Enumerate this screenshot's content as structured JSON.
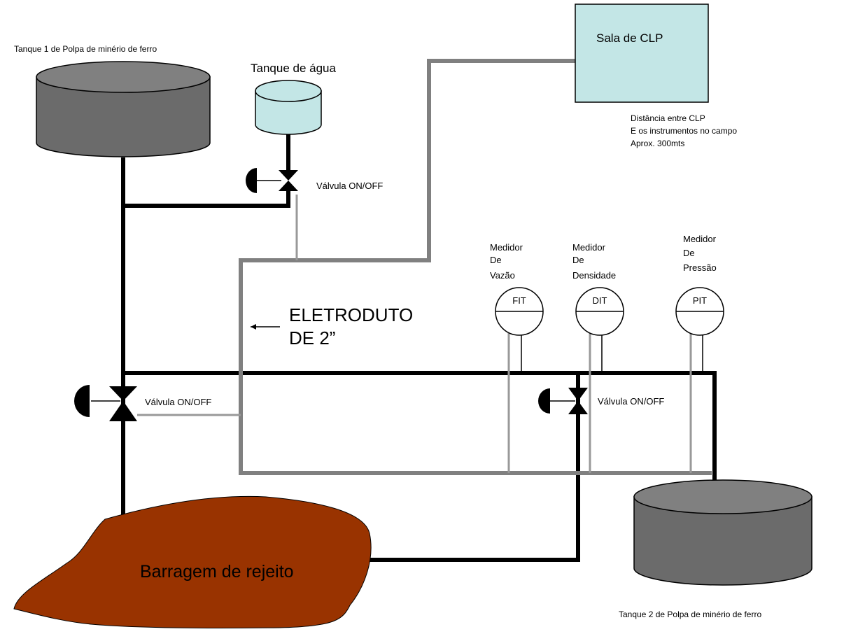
{
  "tanks": {
    "tank1_label": "Tanque 1 de Polpa de minério de ferro",
    "tank2_label": "Tanque 2 de Polpa de minério de ferro",
    "water_tank_label": "Tanque de água"
  },
  "plc_room": {
    "label": "Sala de CLP",
    "distance_note_line1": "Distância entre CLP",
    "distance_note_line2": "E os instrumentos no campo",
    "distance_note_line3": "Aprox. 300mts"
  },
  "conduit": {
    "label_line1": "ELETRODUTO",
    "label_line2": "DE 2”"
  },
  "valves": {
    "water_valve_label": "Válvula ON/OFF",
    "main_valve_label": "Válvula ON/OFF",
    "bypass_valve_label": "Válvula ON/OFF"
  },
  "instruments": {
    "flow": {
      "line1": "Medidor",
      "line2": "De",
      "line3": "Vazão",
      "tag": "FIT"
    },
    "density": {
      "line1": "Medidor",
      "line2": "De",
      "line3": "Densidade",
      "tag": "DIT"
    },
    "pressure": {
      "line1": "Medidor",
      "line2": "De",
      "line3": "Pressão",
      "tag": "PIT"
    }
  },
  "dam": {
    "label": "Barragem de rejeito"
  },
  "colors": {
    "pipe": "#000000",
    "conduit": "#808080",
    "signal_wire": "#999999",
    "tank_dark": "#6b6b6b",
    "tank_top": "#808080",
    "water_tank": "#c3e6e6",
    "plc_room": "#c3e6e6",
    "dam": "#993300"
  }
}
